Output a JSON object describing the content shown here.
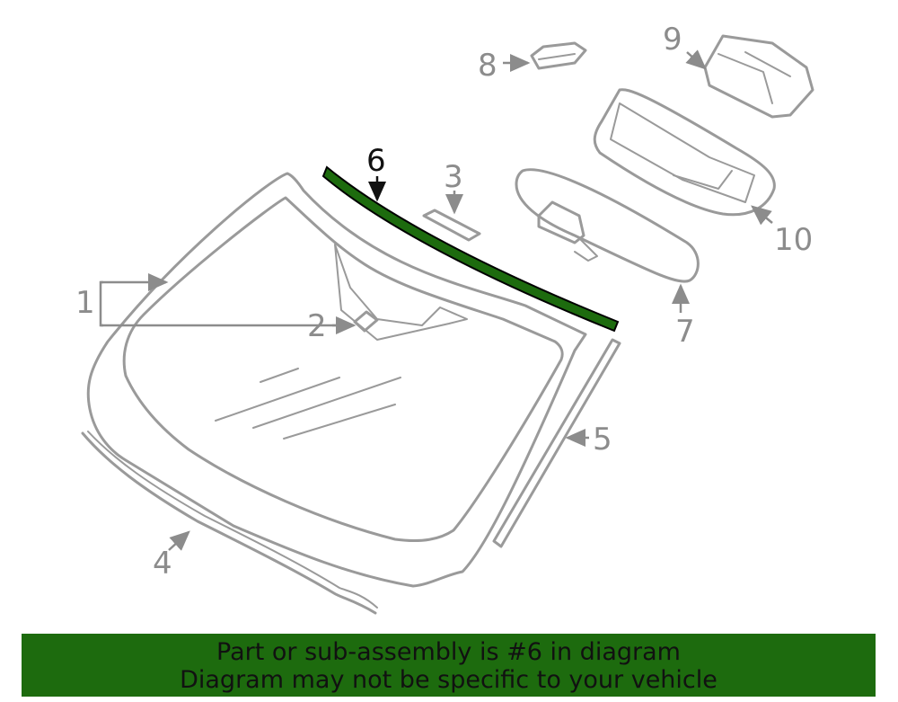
{
  "callouts": {
    "c1": "1",
    "c2": "2",
    "c3": "3",
    "c4": "4",
    "c5": "5",
    "c6": "6",
    "c7": "7",
    "c8": "8",
    "c9": "9",
    "c10": "10"
  },
  "highlight": {
    "part": "6",
    "color": "#1d6b0e"
  },
  "banner": {
    "line1": "Part or sub-assembly is #6 in diagram",
    "line2": "Diagram may not be specific to your vehicle"
  }
}
